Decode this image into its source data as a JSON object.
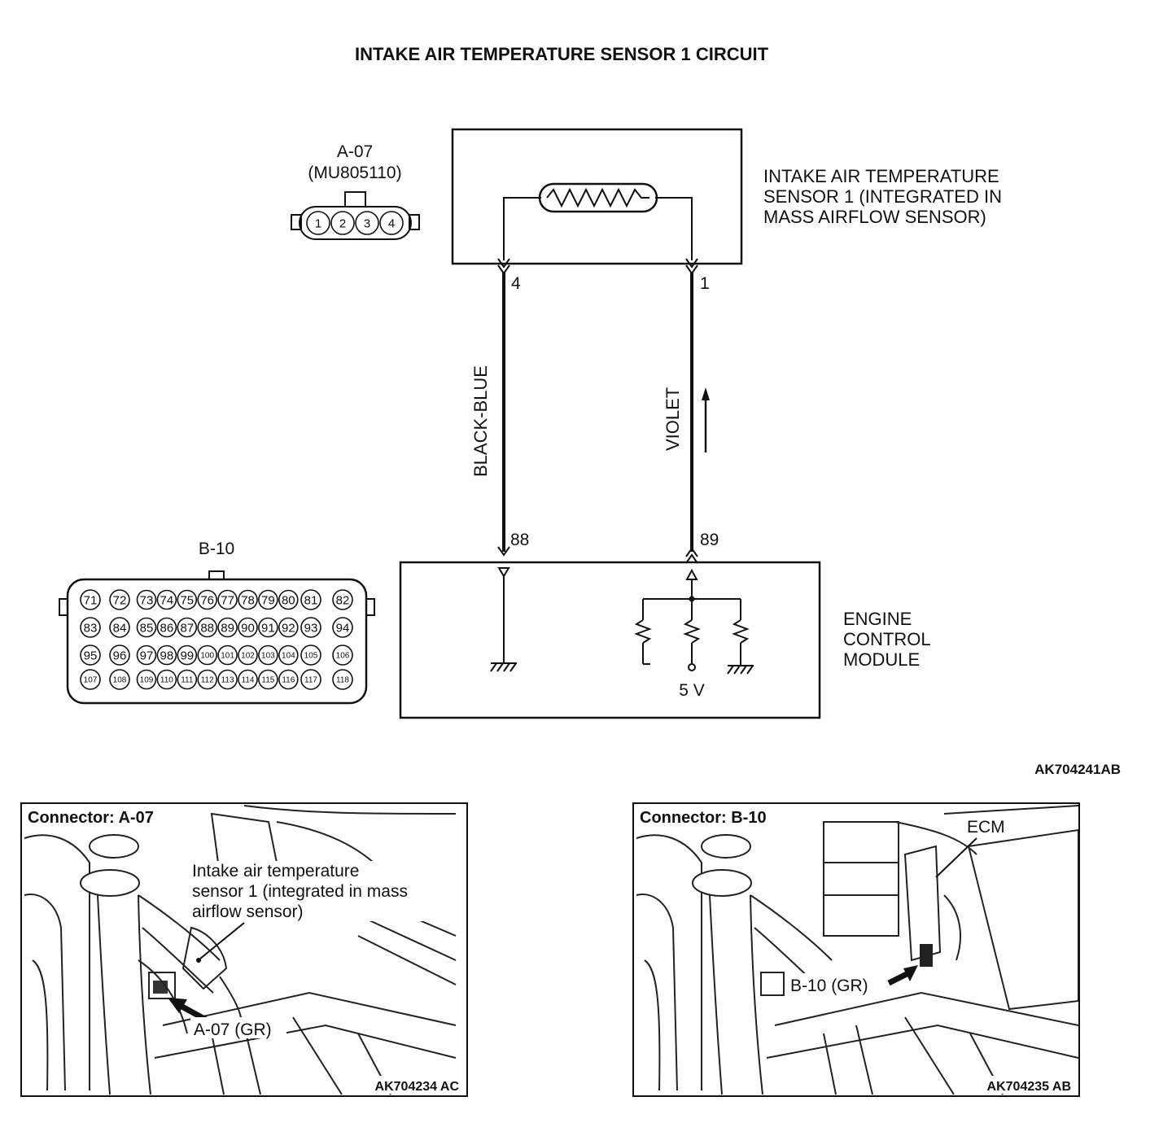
{
  "title": "INTAKE AIR TEMPERATURE SENSOR 1 CIRCUIT",
  "connector_a07": {
    "name": "A-07",
    "part": "(MU805110)",
    "pins": [
      "1",
      "2",
      "3",
      "4"
    ]
  },
  "sensor": {
    "label_lines": [
      "INTAKE AIR TEMPERATURE",
      "SENSOR 1 (INTEGRATED IN",
      "MASS AIRFLOW SENSOR)"
    ],
    "pin_left": "4",
    "pin_right": "1"
  },
  "wires": {
    "left_color": "BLACK-BLUE",
    "right_color": "VIOLET"
  },
  "ecm": {
    "label_lines": [
      "ENGINE",
      "CONTROL",
      "MODULE"
    ],
    "pin_left": "88",
    "pin_right": "89",
    "supply": "5 V"
  },
  "connector_b10": {
    "name": "B-10",
    "rows": [
      [
        "71",
        "72",
        "73",
        "74",
        "75",
        "76",
        "77",
        "78",
        "79",
        "80",
        "81",
        "82"
      ],
      [
        "83",
        "84",
        "85",
        "86",
        "87",
        "88",
        "89",
        "90",
        "91",
        "92",
        "93",
        "94"
      ],
      [
        "95",
        "96",
        "97",
        "98",
        "99",
        "100",
        "101",
        "102",
        "103",
        "104",
        "105",
        "106"
      ],
      [
        "107",
        "108",
        "109",
        "110",
        "111",
        "112",
        "113",
        "114",
        "115",
        "116",
        "117",
        "118"
      ]
    ]
  },
  "diagram_code": "AK704241AB",
  "photo_a": {
    "title": "Connector: A-07",
    "callout_lines": [
      "Intake air temperature",
      "sensor 1 (integrated in mass",
      "airflow sensor)"
    ],
    "connector_label": "A-07 (GR)",
    "code": "AK704234 AC"
  },
  "photo_b": {
    "title": "Connector: B-10",
    "ecm_label": "ECM",
    "connector_label": "B-10 (GR)",
    "code": "AK704235 AB"
  }
}
